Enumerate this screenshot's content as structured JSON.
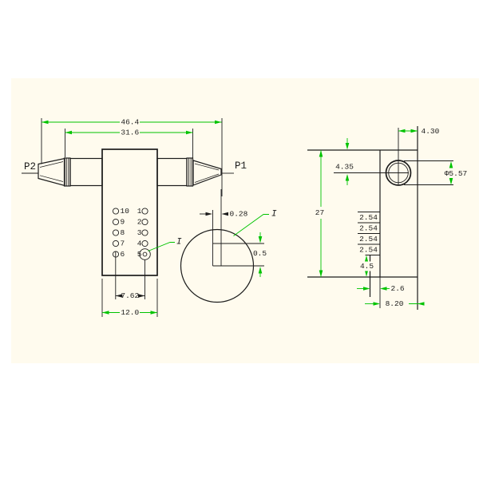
{
  "title": "optical component mechanical drawing",
  "colors": {
    "paper": "#FFFBEE",
    "line": "#1C1C1C",
    "dimension": "#00C300"
  },
  "front_view": {
    "port_left": "P2",
    "port_right": "P1",
    "dim_overall_length": "46.4",
    "dim_body_length": "31.6",
    "dim_pin_span": "7.62",
    "dim_body_width": "12.0",
    "pins_left": [
      "10",
      "9",
      "8",
      "7",
      "6"
    ],
    "pins_right": [
      "1",
      "2",
      "3",
      "4",
      "5"
    ],
    "detail_ref": "I"
  },
  "detail_view": {
    "label": "I",
    "dim_pin_width": "0.28",
    "dim_tip_step": "0.5"
  },
  "side_view": {
    "dim_hole_to_edge": "4.30",
    "dim_hole_to_top": "4.35",
    "dim_hole_diameter": "Φ5.57",
    "dim_height": "27",
    "dim_pin_pitch": [
      "2.54",
      "2.54",
      "2.54",
      "2.54"
    ],
    "dim_last_pin_to_bottom": "4.5",
    "dim_pin_to_edge": "2.6",
    "dim_depth": "8.20"
  }
}
